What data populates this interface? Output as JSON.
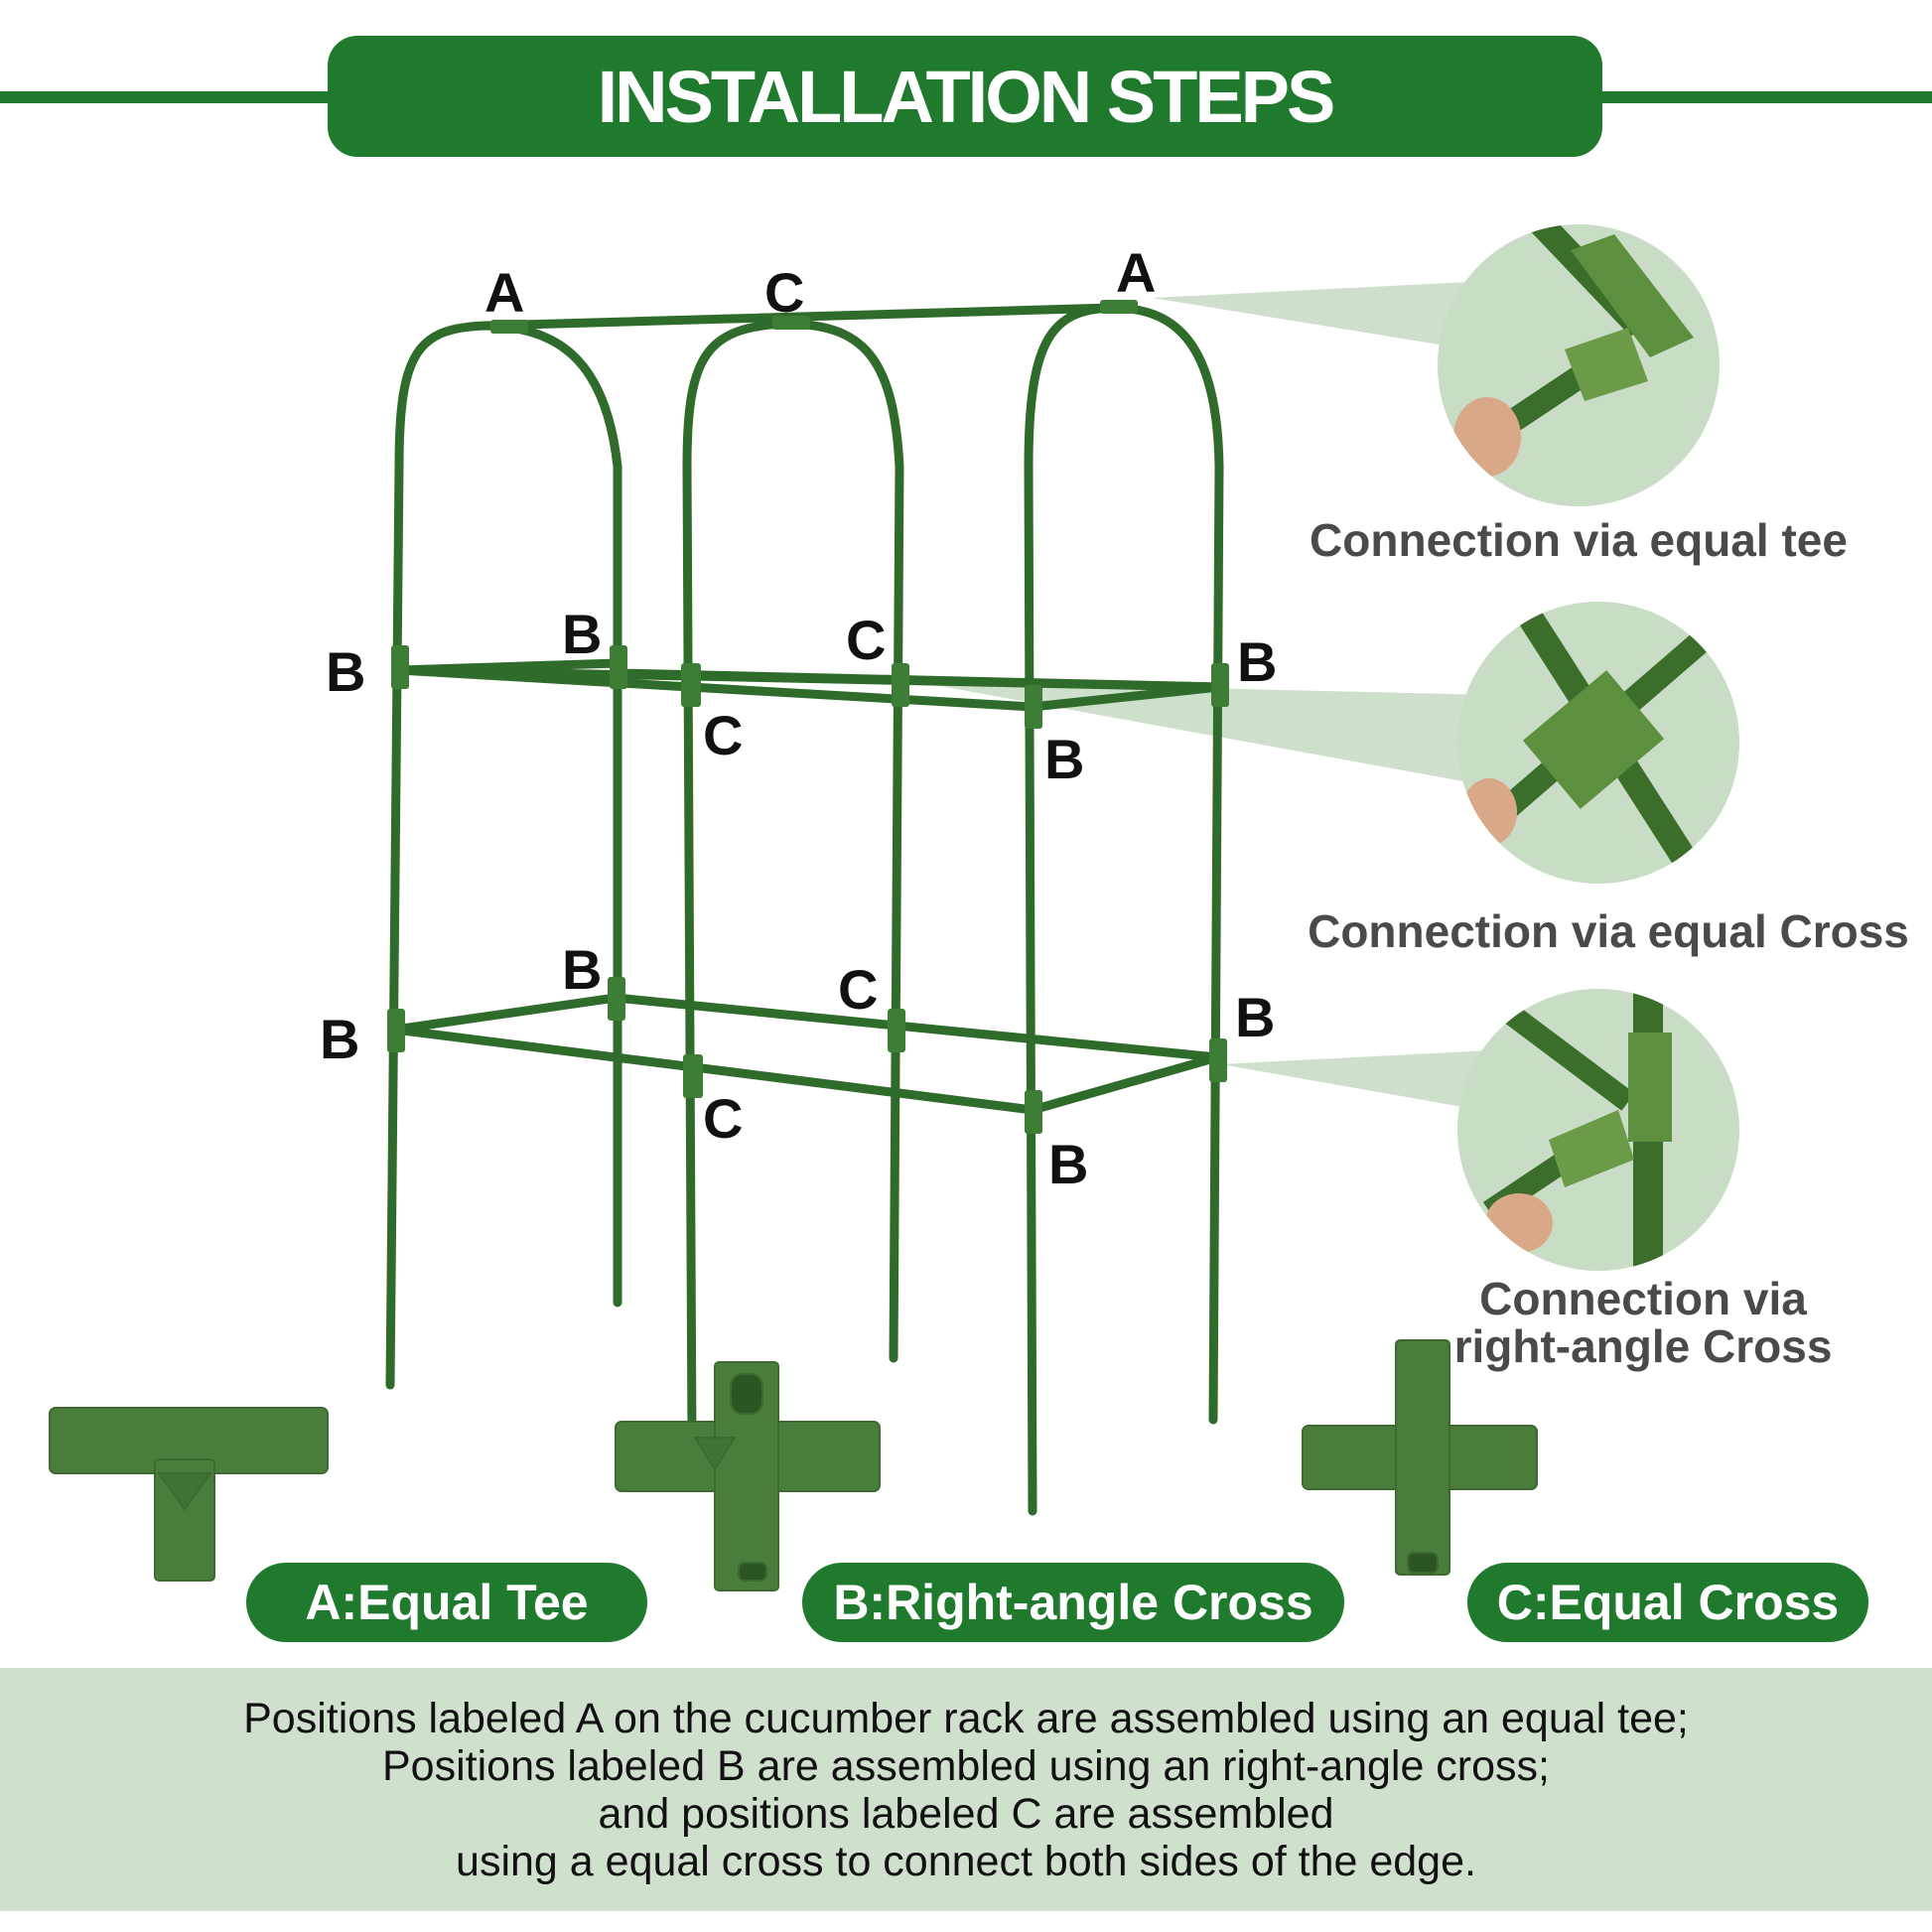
{
  "header": {
    "title": "INSTALLATION STEPS"
  },
  "colors": {
    "brand_green": "#1f7a2e",
    "rod_green": "#2f6b2a",
    "footer_bg": "#cfe1cd",
    "zoom_bg": "#c9dcc5"
  },
  "frame_labels": {
    "top_left_a": "A",
    "top_mid_c": "C",
    "top_right_a": "A",
    "mid_left_b": "B",
    "mid_b2": "B",
    "mid_c1": "C",
    "mid_right_b": "B",
    "mid_c2": "C",
    "mid_b3": "B",
    "low_left_b": "B",
    "low_b2": "B",
    "low_c1": "C",
    "low_right_b": "B",
    "low_c2": "C",
    "low_b3": "B"
  },
  "callouts": [
    {
      "caption": "Connection via equal tee",
      "icon": "equal-tee-closeup"
    },
    {
      "caption": "Connection via equal Cross",
      "icon": "equal-cross-closeup"
    },
    {
      "caption_line1": "Connection via",
      "caption_line2": "right-angle Cross",
      "icon": "right-angle-cross-closeup"
    }
  ],
  "parts": [
    {
      "label": "A:Equal Tee",
      "icon": "equal-tee-icon"
    },
    {
      "label": "B:Right-angle Cross",
      "icon": "right-angle-cross-icon"
    },
    {
      "label": "C:Equal Cross",
      "icon": "equal-cross-icon"
    }
  ],
  "footer": {
    "lines": [
      "Positions labeled A on the cucumber rack are assembled using an equal tee;",
      "Positions labeled B are assembled using an right-angle cross;",
      "and positions labeled C are assembled",
      "using a equal cross to connect both sides of the edge."
    ]
  }
}
